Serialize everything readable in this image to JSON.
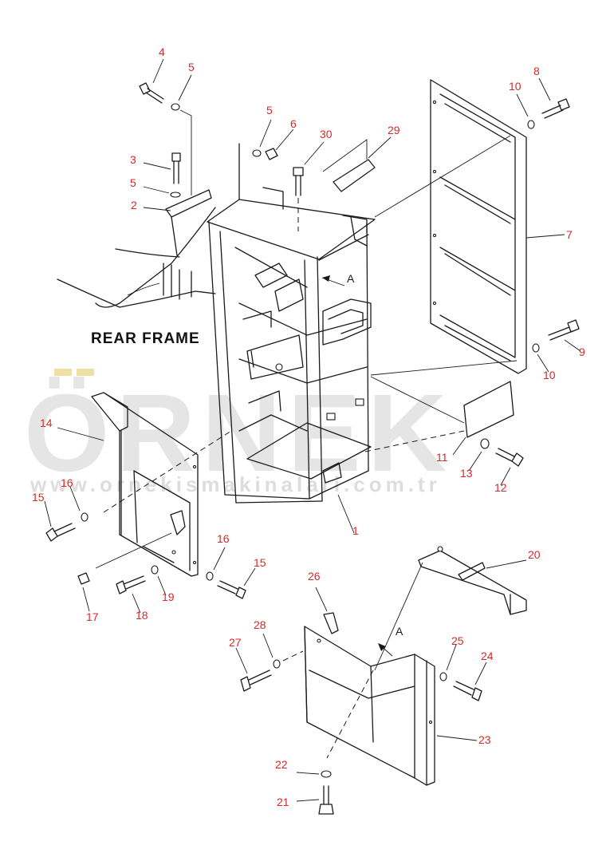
{
  "diagram": {
    "frame_label": "REAR FRAME",
    "view_marker": "A",
    "watermark": {
      "brand": "ÖRNEK",
      "url": "www.ornekismakinalari.com.tr"
    },
    "callouts": [
      "1",
      "2",
      "3",
      "4",
      "5",
      "6",
      "7",
      "8",
      "9",
      "10",
      "11",
      "12",
      "13",
      "14",
      "15",
      "16",
      "17",
      "18",
      "19",
      "20",
      "21",
      "22",
      "23",
      "24",
      "25",
      "26",
      "27",
      "28",
      "29",
      "30"
    ],
    "colors": {
      "callout": "#d42a2a",
      "linework": "#1a1a1a",
      "watermark": "#cfcfcf"
    }
  }
}
